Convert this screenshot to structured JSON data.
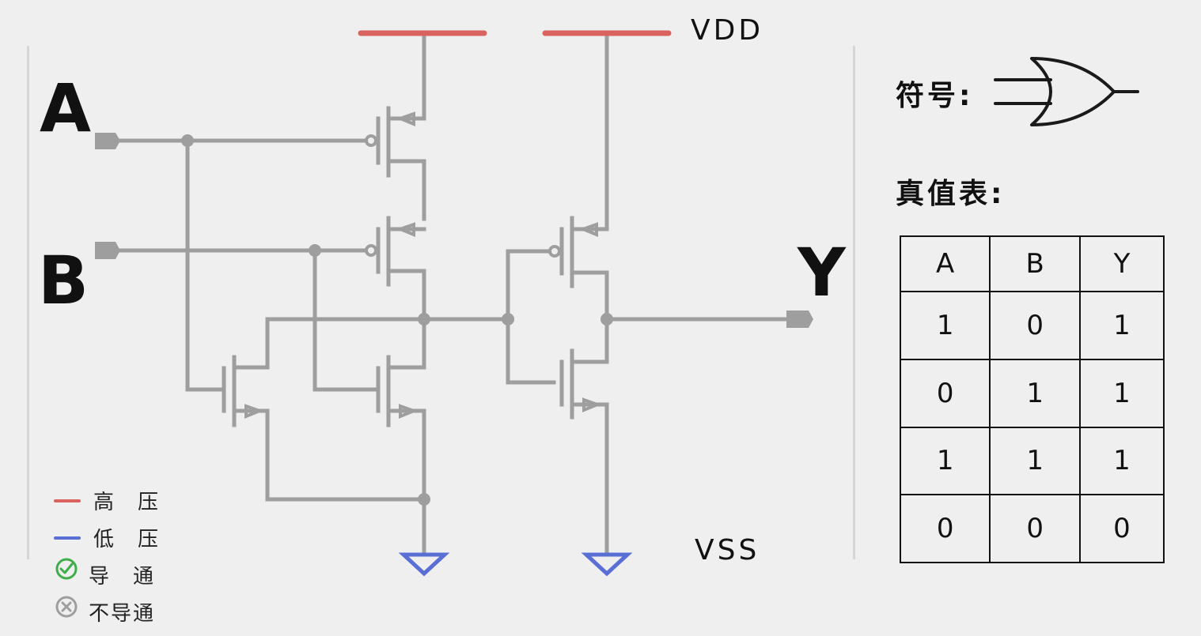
{
  "diagram": {
    "input_a": "A",
    "input_b": "B",
    "output_y": "Y",
    "vdd": "VDD",
    "vss": "VSS",
    "colors": {
      "wire": "#9e9e9e",
      "high": "#d9635f",
      "low": "#5a6fd6",
      "conduct": "#3fae4a",
      "nonconduct": "#9e9e9e"
    }
  },
  "panel": {
    "symbol_label": "符号:",
    "truth_label": "真值表:"
  },
  "truth_table": {
    "headers": [
      "A",
      "B",
      "Y"
    ],
    "rows": [
      [
        "1",
        "0",
        "1"
      ],
      [
        "0",
        "1",
        "1"
      ],
      [
        "1",
        "1",
        "1"
      ],
      [
        "0",
        "0",
        "0"
      ]
    ]
  },
  "legend": {
    "high": "高　压",
    "low": "低　压",
    "on": "导　通",
    "off": "不导通"
  }
}
